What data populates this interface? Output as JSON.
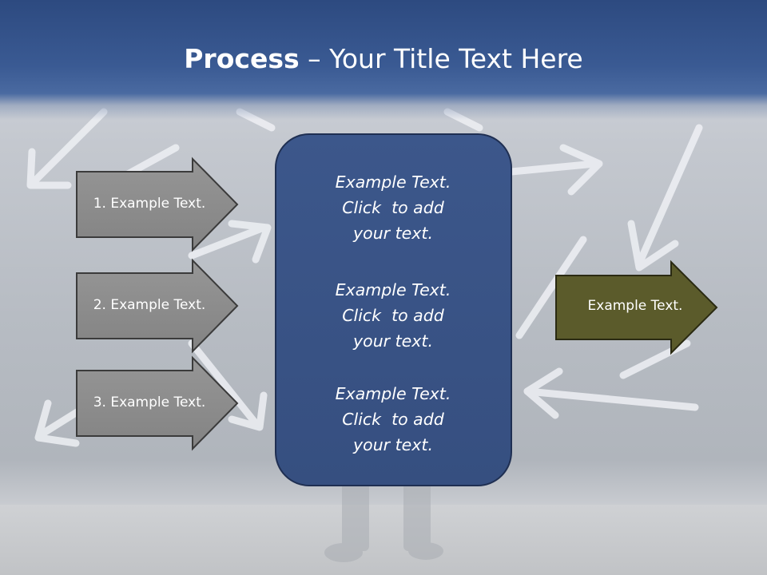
{
  "title": {
    "bold": "Process",
    "rest": " – Your Title Text Here"
  },
  "inputs": [
    {
      "label": "1. Example Text."
    },
    {
      "label": "2. Example Text."
    },
    {
      "label": "3. Example Text."
    }
  ],
  "center": {
    "blocks": [
      {
        "line1": "Example Text.",
        "line2": "Click  to add",
        "line3": "your text."
      },
      {
        "line1": "Example Text.",
        "line2": "Click  to add",
        "line3": "your text."
      },
      {
        "line1": "Example Text.",
        "line2": "Click  to add",
        "line3": "your text."
      }
    ]
  },
  "output": {
    "label": "Example Text."
  },
  "colors": {
    "header": "#2d4a80",
    "input_arrow": "#8c8c8c",
    "center_box": "#3a5486",
    "output_arrow": "#5a5a2a"
  }
}
